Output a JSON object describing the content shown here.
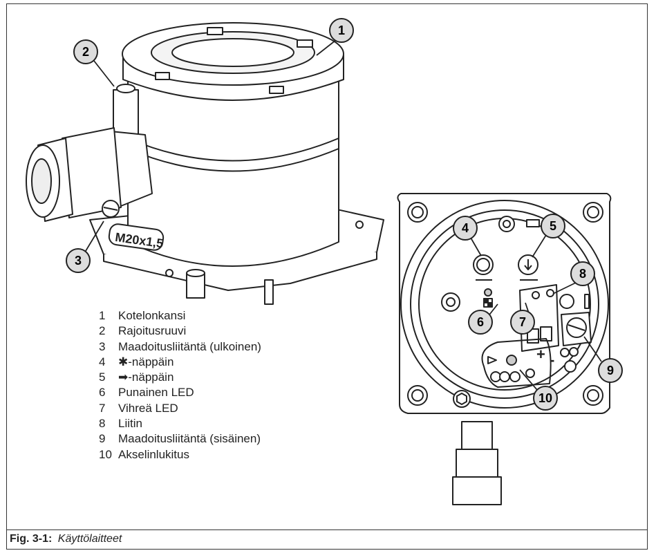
{
  "legend": [
    {
      "num": "1",
      "text": "Kotelonkansi"
    },
    {
      "num": "2",
      "text": "Rajoitusruuvi"
    },
    {
      "num": "3",
      "text": "Maadoitusliitäntä (ulkoinen)"
    },
    {
      "num": "4",
      "text": "✱-näppäin"
    },
    {
      "num": "5",
      "text": "➡-näppäin"
    },
    {
      "num": "6",
      "text": "Punainen LED"
    },
    {
      "num": "7",
      "text": "Vihreä LED"
    },
    {
      "num": "8",
      "text": "Liitin"
    },
    {
      "num": "9",
      "text": "Maadoitusliitäntä (sisäinen)"
    },
    {
      "num": "10",
      "text": "Akselinlukitus"
    }
  ],
  "callouts": [
    "1",
    "2",
    "3",
    "4",
    "5",
    "6",
    "7",
    "8",
    "9",
    "10"
  ],
  "cable_gland_label": "M20x1,5",
  "terminal_plus": "+",
  "terminal_minus": "-",
  "caption": {
    "label": "Fig. 3-1:",
    "title": "Käyttölaitteet"
  }
}
